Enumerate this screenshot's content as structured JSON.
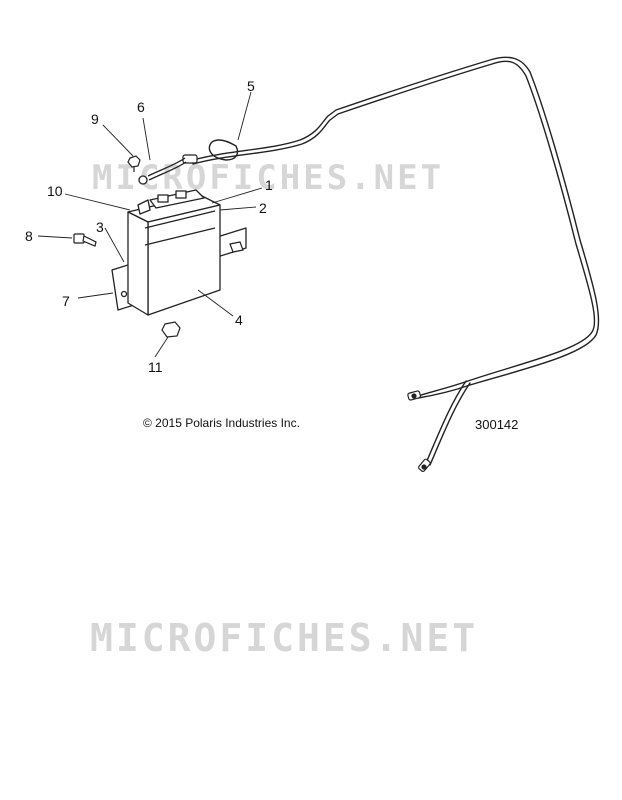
{
  "watermark": "MICROFICHES.NET",
  "copyright": "© 2015 Polaris Industries Inc.",
  "diagram_id": "300142",
  "callouts": {
    "c1": "1",
    "c2": "2",
    "c3": "3",
    "c4": "4",
    "c5": "5",
    "c6": "6",
    "c7": "7",
    "c8": "8",
    "c9": "9",
    "c10": "10",
    "c11": "11"
  }
}
